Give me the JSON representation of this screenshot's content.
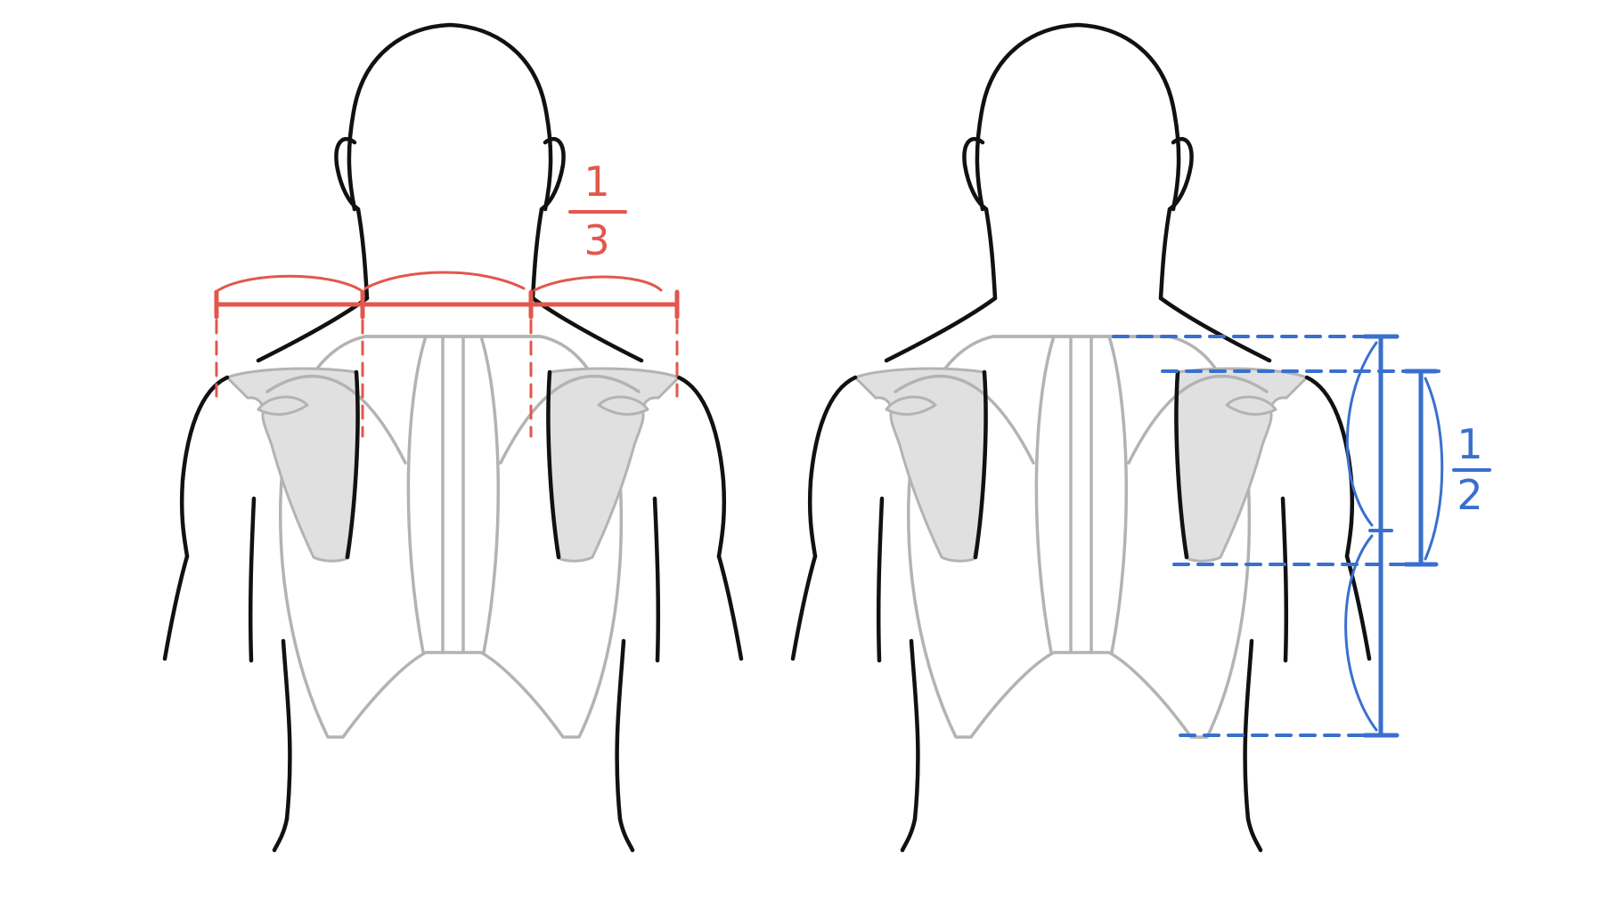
{
  "figures": [
    {
      "id": "left",
      "annotation": {
        "type": "shoulder-width-thirds",
        "color": "#e2574c",
        "numerator": "1",
        "denominator": "3"
      }
    },
    {
      "id": "right",
      "annotation": {
        "type": "scapula-height-half",
        "color": "#3a6fcf",
        "numerator": "1",
        "denominator": "2"
      }
    }
  ]
}
